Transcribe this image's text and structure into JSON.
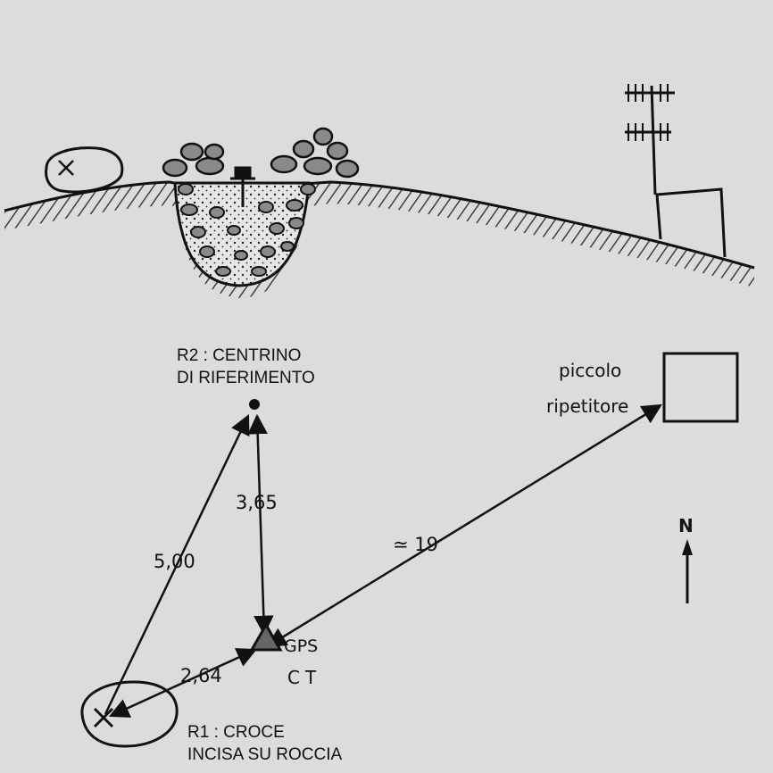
{
  "labels": {
    "r2_line1": "R2 : CENTRINO",
    "r2_line2": "DI RIFERIMENTO",
    "r1_line1": "R1 : CROCE",
    "r1_line2": "INCISA SU ROCCIA",
    "repeater_line1": "piccolo",
    "repeater_line2": "ripetitore",
    "gps_line1": "GPS",
    "gps_line2": "CT",
    "north": "N"
  },
  "distances": {
    "r1_r2": "5,00",
    "gps_r2": "3,65",
    "r1_gps": "2,64",
    "gps_repeater": "≃ 19"
  },
  "colors": {
    "background": "#dcdcdc",
    "ink": "#111111",
    "stone": "#8a8a8a"
  }
}
